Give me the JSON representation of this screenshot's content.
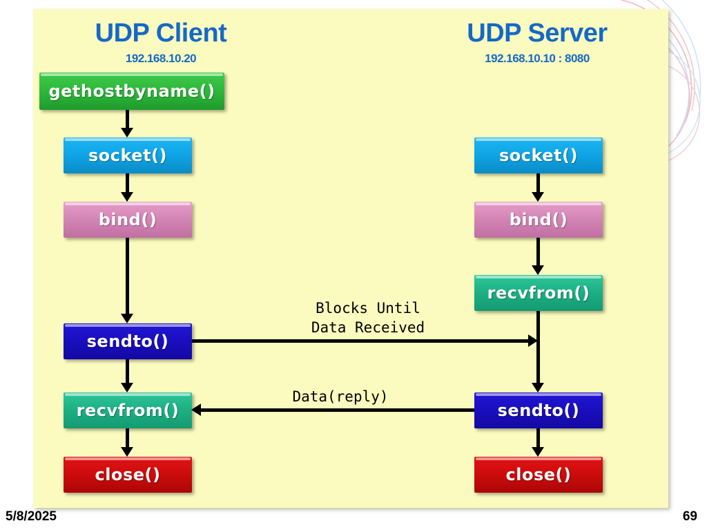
{
  "slide": {
    "client": {
      "title": "UDP Client",
      "address": "192.168.10.20"
    },
    "server": {
      "title": "UDP Server",
      "address": "192.168.10.10 : 8080"
    },
    "client_steps": [
      {
        "label": "gethostbyname()",
        "color": "#2fb93c"
      },
      {
        "label": "socket()",
        "color": "#0fa6e8"
      },
      {
        "label": "bind()",
        "color": "#d486b6"
      },
      {
        "label": "sendto()",
        "color": "#1a0fc0"
      },
      {
        "label": "recvfrom()",
        "color": "#1db184"
      },
      {
        "label": "close()",
        "color": "#cf0c0c"
      }
    ],
    "server_steps": [
      {
        "label": "socket()",
        "color": "#0fa6e8"
      },
      {
        "label": "bind()",
        "color": "#d486b6"
      },
      {
        "label": "recvfrom()",
        "color": "#1db184"
      },
      {
        "label": "sendto()",
        "color": "#1a0fc0"
      },
      {
        "label": "close()",
        "color": "#cf0c0c"
      }
    ],
    "edge_labels": {
      "request": "Blocks Until\nData Received",
      "reply": "Data(reply)"
    },
    "colors": {
      "panel_background": "#fbfbbf",
      "heading": "#1569c7",
      "connector": "#000000",
      "page_background": "#ffffff"
    }
  },
  "footer": {
    "date": "5/8/2025",
    "page_number": "69"
  }
}
